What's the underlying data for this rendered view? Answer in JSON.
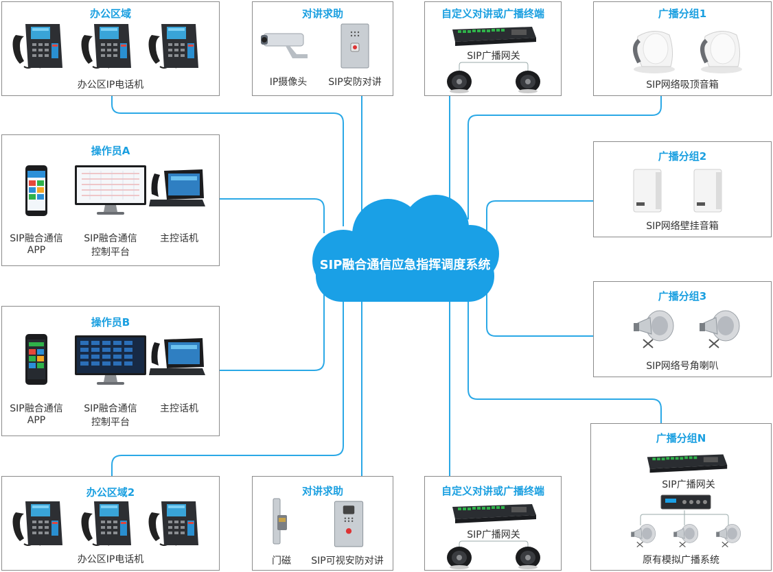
{
  "center": {
    "label": "SIP融合通信应急指挥调度系统"
  },
  "office1": {
    "title": "办公区域",
    "device_label": "办公区IP电话机"
  },
  "intercom1": {
    "title": "对讲求助",
    "camera_label": "IP摄像头",
    "intercom_label": "SIP安防对讲"
  },
  "custom1": {
    "title": "自定义对讲或广播终端",
    "gateway_label": "SIP广播网关"
  },
  "group1": {
    "title": "广播分组1",
    "device_label": "SIP网络吸顶音箱"
  },
  "operatorA": {
    "title": "操作员A",
    "app_label_1": "SIP融合通信",
    "app_label_2": "APP",
    "platform_label_1": "SIP融合通信",
    "platform_label_2": "控制平台",
    "phone_label": "主控话机"
  },
  "group2": {
    "title": "广播分组2",
    "device_label": "SIP网络壁挂音箱"
  },
  "operatorB": {
    "title": "操作员B",
    "app_label_1": "SIP融合通信",
    "app_label_2": "APP",
    "platform_label_1": "SIP融合通信",
    "platform_label_2": "控制平台",
    "phone_label": "主控话机"
  },
  "group3": {
    "title": "广播分组3",
    "device_label": "SIP网络号角喇叭"
  },
  "groupN": {
    "title": "广播分组N",
    "gateway_label": "SIP广播网关",
    "system_label": "原有模拟广播系统"
  },
  "office2": {
    "title": "办公区域2",
    "device_label": "办公区IP电话机"
  },
  "intercom2": {
    "title": "对讲求助",
    "door_label": "门磁",
    "intercom_label": "SIP可视安防对讲"
  },
  "custom2": {
    "title": "自定义对讲或广播终端",
    "gateway_label": "SIP广播网关"
  },
  "colors": {
    "accent": "#1a9fe0",
    "line": "#2aa8e6",
    "border": "#8a8a8a"
  },
  "icons": [
    "ip-phone-icon",
    "camera-icon",
    "intercom-panel-icon",
    "gateway-icon",
    "speaker-icon",
    "ceiling-speaker-icon",
    "wall-speaker-icon",
    "horn-speaker-icon",
    "smartphone-icon",
    "monitor-icon",
    "video-phone-icon",
    "door-magnet-icon",
    "amplifier-icon",
    "cloud-icon"
  ]
}
